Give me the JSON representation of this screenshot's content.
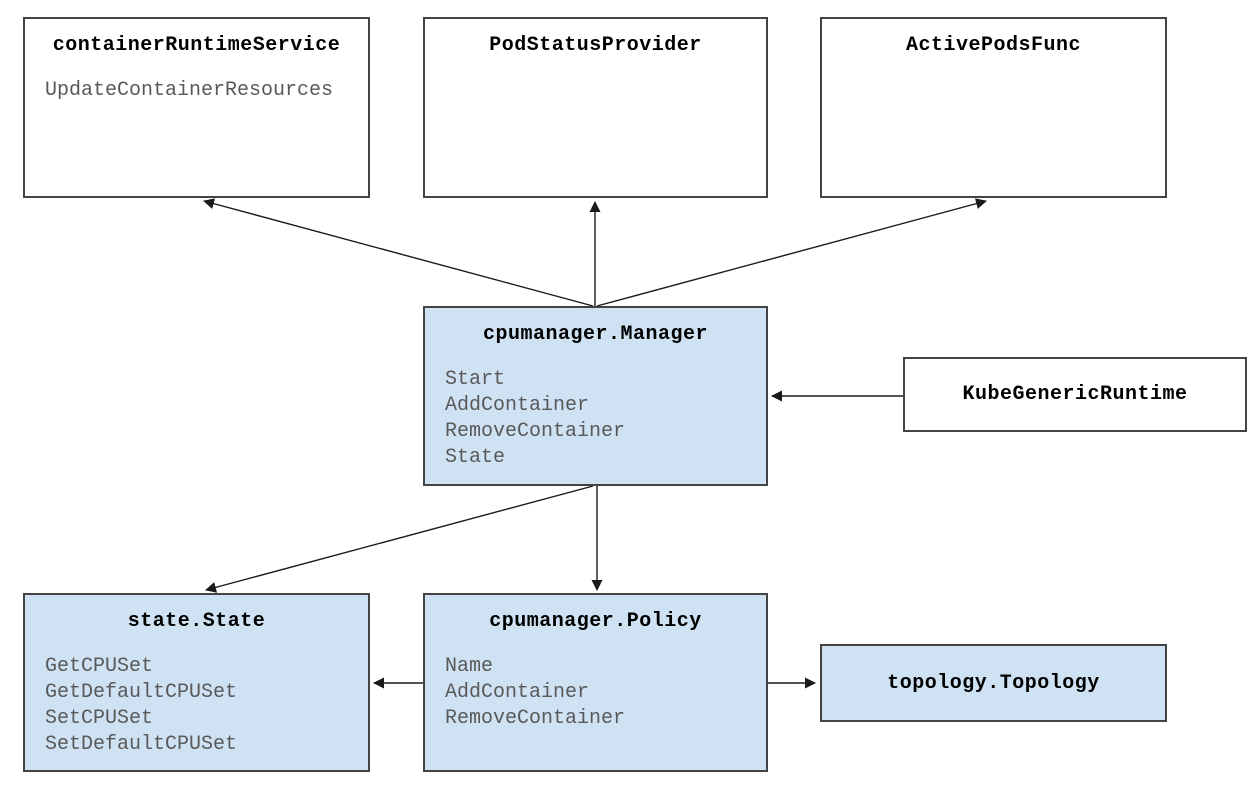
{
  "diagram": {
    "background": "#ffffff",
    "colors": {
      "box_fill_highlight": "#cfe2f3",
      "box_fill_default": "#ffffff",
      "box_border": "#434343",
      "title_text": "#000000",
      "method_text": "#595959",
      "arrow": "#1a1a1a"
    },
    "boxes": [
      {
        "id": "container-runtime-service",
        "title": "containerRuntimeService",
        "methods": [
          "UpdateContainerResources"
        ],
        "highlighted": false
      },
      {
        "id": "pod-status-provider",
        "title": "PodStatusProvider",
        "methods": [],
        "highlighted": false
      },
      {
        "id": "active-pods-func",
        "title": "ActivePodsFunc",
        "methods": [],
        "highlighted": false
      },
      {
        "id": "cpumanager-manager",
        "title": "cpumanager.Manager",
        "methods": [
          "Start",
          "AddContainer",
          "RemoveContainer",
          "State"
        ],
        "highlighted": true
      },
      {
        "id": "kube-generic-runtime",
        "title": "KubeGenericRuntime",
        "methods": [],
        "highlighted": false
      },
      {
        "id": "state-state",
        "title": "state.State",
        "methods": [
          "GetCPUSet",
          "GetDefaultCPUSet",
          "SetCPUSet",
          "SetDefaultCPUSet"
        ],
        "highlighted": true
      },
      {
        "id": "cpumanager-policy",
        "title": "cpumanager.Policy",
        "methods": [
          "Name",
          "AddContainer",
          "RemoveContainer"
        ],
        "highlighted": true
      },
      {
        "id": "topology-topology",
        "title": "topology.Topology",
        "methods": [],
        "highlighted": true
      }
    ],
    "arrows": [
      {
        "from": "cpumanager.Manager",
        "to": "containerRuntimeService"
      },
      {
        "from": "cpumanager.Manager",
        "to": "PodStatusProvider"
      },
      {
        "from": "cpumanager.Manager",
        "to": "ActivePodsFunc"
      },
      {
        "from": "KubeGenericRuntime",
        "to": "cpumanager.Manager"
      },
      {
        "from": "cpumanager.Manager",
        "to": "state.State"
      },
      {
        "from": "cpumanager.Manager",
        "to": "cpumanager.Policy"
      },
      {
        "from": "cpumanager.Policy",
        "to": "state.State"
      },
      {
        "from": "cpumanager.Policy",
        "to": "topology.Topology"
      }
    ]
  }
}
